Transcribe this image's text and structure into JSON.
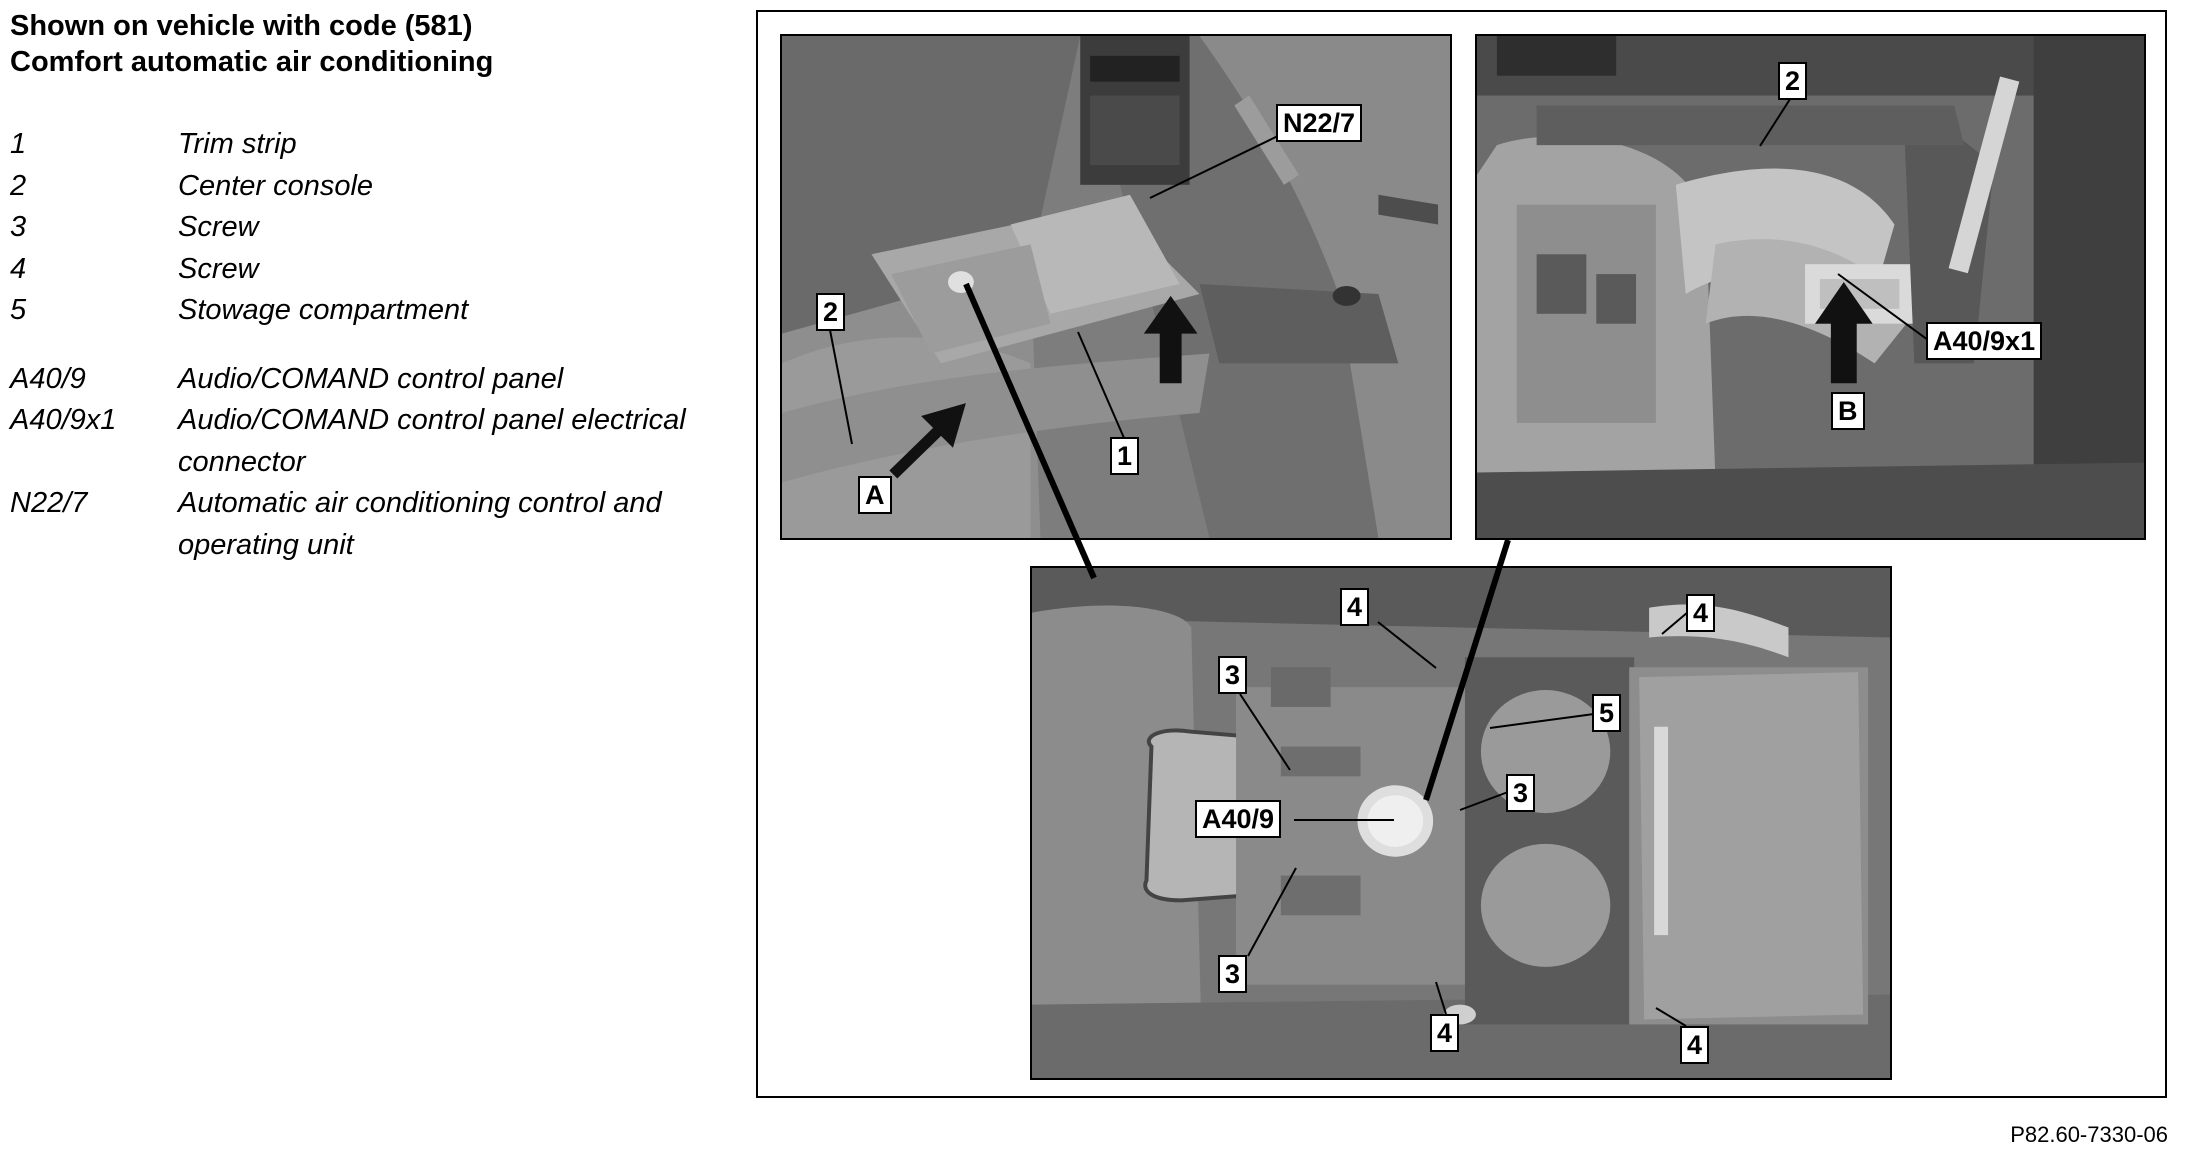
{
  "header": {
    "line1": "Shown on vehicle with code (581)",
    "line2": "Comfort automatic air conditioning"
  },
  "legend": [
    {
      "code": "1",
      "text": "Trim strip"
    },
    {
      "code": "2",
      "text": "Center console"
    },
    {
      "code": "3",
      "text": "Screw"
    },
    {
      "code": "4",
      "text": "Screw"
    },
    {
      "code": "5",
      "text": "Stowage compartment"
    },
    {
      "code": "A40/9",
      "text": "Audio/COMAND control panel"
    },
    {
      "code": "A40/9x1",
      "text": "Audio/COMAND control panel electrical connector"
    },
    {
      "code": "N22/7",
      "text": "Automatic air conditioning control and operating unit"
    }
  ],
  "callouts": {
    "n22_7": "N22/7",
    "c2_left": "2",
    "c1": "1",
    "cA": "A",
    "c2_right": "2",
    "a40_9x1": "A40/9x1",
    "cB": "B",
    "c4_top_left": "4",
    "c4_top_right": "4",
    "c3_upper": "3",
    "c5": "5",
    "c3_right": "3",
    "a40_9": "A40/9",
    "c3_lower": "3",
    "c4_bottom_left": "4",
    "c4_bottom_right": "4"
  },
  "reference_code": "P82.60-7330-06"
}
